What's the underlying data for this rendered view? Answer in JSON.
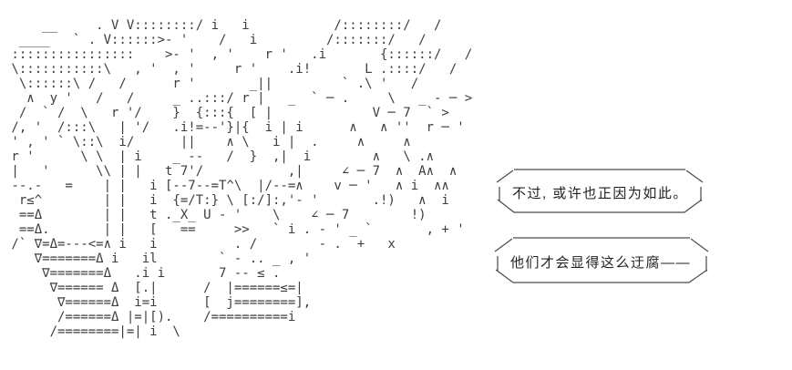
{
  "scene": {
    "background_color": "#ffffff",
    "art_color": "#3d3d3d",
    "bubble_border_color": "#4a4a4a",
    "bubble_text_color": "#222222"
  },
  "ascii_art": {
    "lines": [
      "     __     . V V::::::::/ i   i           /::::::::/   /",
      "  ____   ` . V::::::>- '    /   i         /:::::::/   /",
      " ::::::::::::::::    >- '  , '    r '   .i       {::::::/   /",
      " \\:::::::::::\\   , '  , '     r '    .i!       L .::::/   /",
      "  \\::::::\\ /   /      r '       _||         ` .\\ '   /",
      "   ∧  y '   /   /     _ ..:::/ r |   _  ` ─ .     \\   _ - ─ >",
      "  /  ` /  \\   r '/    }  {:::{  [ |             V ─ 7  ` >",
      " /, '  /:::\\   | '/   .i!=--'}|{  i | i      ∧   ∧ ''  r ─ '",
      " ' , ' ` \\::\\  i/      ||    ∧ \\   i |  .     ∧     ∧",
      " r '      \\ \\  | i    _ --   /  }  ,|  i        ∧   \\ .∧",
      " |   '      \\\\ | |   t 7'/           ,|     ∠ ─ 7  ∧  A∧  ∧",
      " --.-   =    | |   i [--7--=T^\\  |/--=∧    v ─ '   ∧ i  ∧∧",
      "  r≤^        | |   i  {=/T:} \\ [:/]:,'- '       .!)   ∧  i",
      "  ==Δ        | |   t ._X_ U - '    \\    ∠ ─ 7        !)",
      "  ==Δ.       | |   [   ==     >>   ` i . - ' _ `       , + '",
      " /` ∇=Δ=---<=∧ i   i          . /        - .  +   x",
      "    ∇=======Δ i   il        ` - .. _ , '",
      "     ∇=======Δ   .i i       7 -- ≤ .",
      "      ∇====== Δ  [.|      /  |======≤=|",
      "       ∇======Δ  i=i      [  j========],",
      "       /======Δ |=|[).    /==========i",
      "      /========|=| i  \\"
    ]
  },
  "dialogue": {
    "bubble1": {
      "text": "不过, 或许也正因为如此。"
    },
    "bubble2": {
      "text": "他们才会显得这么迂腐——"
    }
  }
}
